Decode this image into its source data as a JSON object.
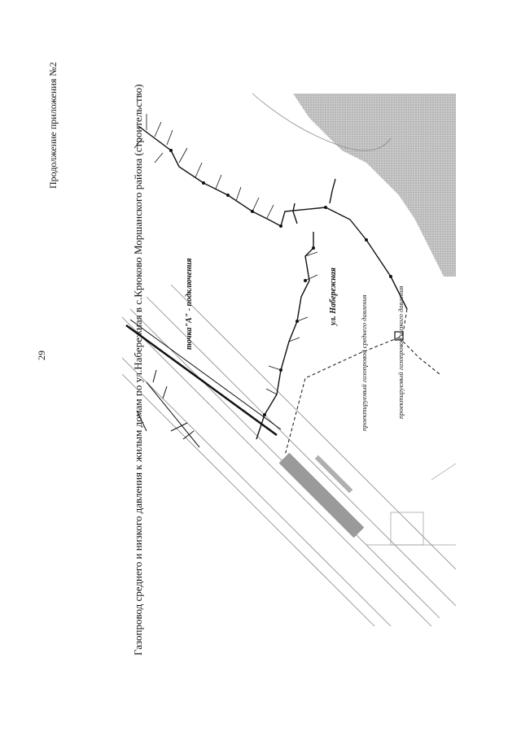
{
  "page": {
    "number": "29",
    "appendix_note": "Продолжение приложения №2",
    "title": "Газопровод среднего и низкого давления к жилым домам по ул.Набережная в с.Крюково Моршанского района (строительство)"
  },
  "map": {
    "labels": {
      "connection_point": "точка\"А\" - подключения",
      "street": "ул. Набережная",
      "medium_pressure": "проектируемый газопровод среднего давления",
      "low_pressure": "проектируемый газопровод низкого давления"
    },
    "colors": {
      "water": "#bdbdbd",
      "line": "#111111",
      "light_line": "#8a8a8a"
    }
  }
}
